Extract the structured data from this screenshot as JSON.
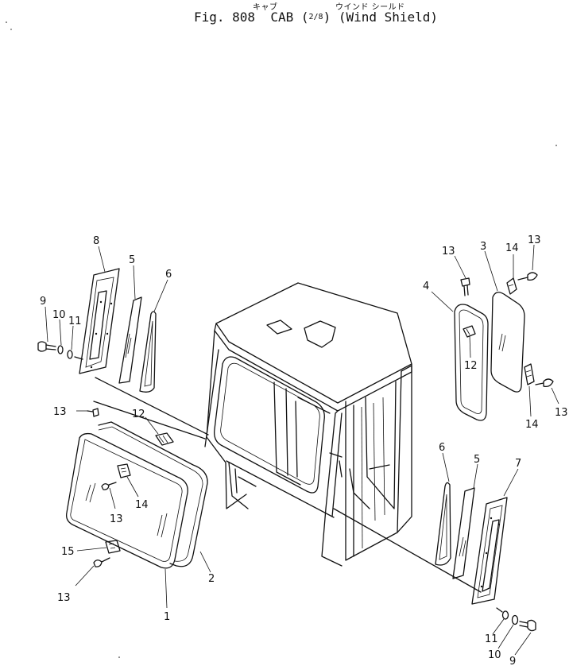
{
  "header": {
    "ruby_cab": "キャブ",
    "ruby_windshield": "ウインド シールド",
    "fig_prefix": "Fig. 808  CAB (",
    "fraction": "2/8",
    "fig_suffix": ") (Wind Shield)"
  },
  "callouts": {
    "c1": "1",
    "c2": "2",
    "c3": "3",
    "c4": "4",
    "c5_left": "5",
    "c5_right": "5",
    "c6_left": "6",
    "c6_right": "6",
    "c7": "7",
    "c8": "8",
    "c9_left": "9",
    "c9_right": "9",
    "c10_left": "10",
    "c10_right": "10",
    "c11_left": "11",
    "c11_right": "11",
    "c12_left": "12",
    "c12_right": "12",
    "c13_left_top": "13",
    "c13_front_bolt": "13",
    "c13_front_low": "13",
    "c13_right_top_a": "13",
    "c13_right_top_b": "13",
    "c13_right_low": "13",
    "c14_front": "14",
    "c14_right_top": "14",
    "c14_right_low": "14",
    "c15": "15"
  }
}
